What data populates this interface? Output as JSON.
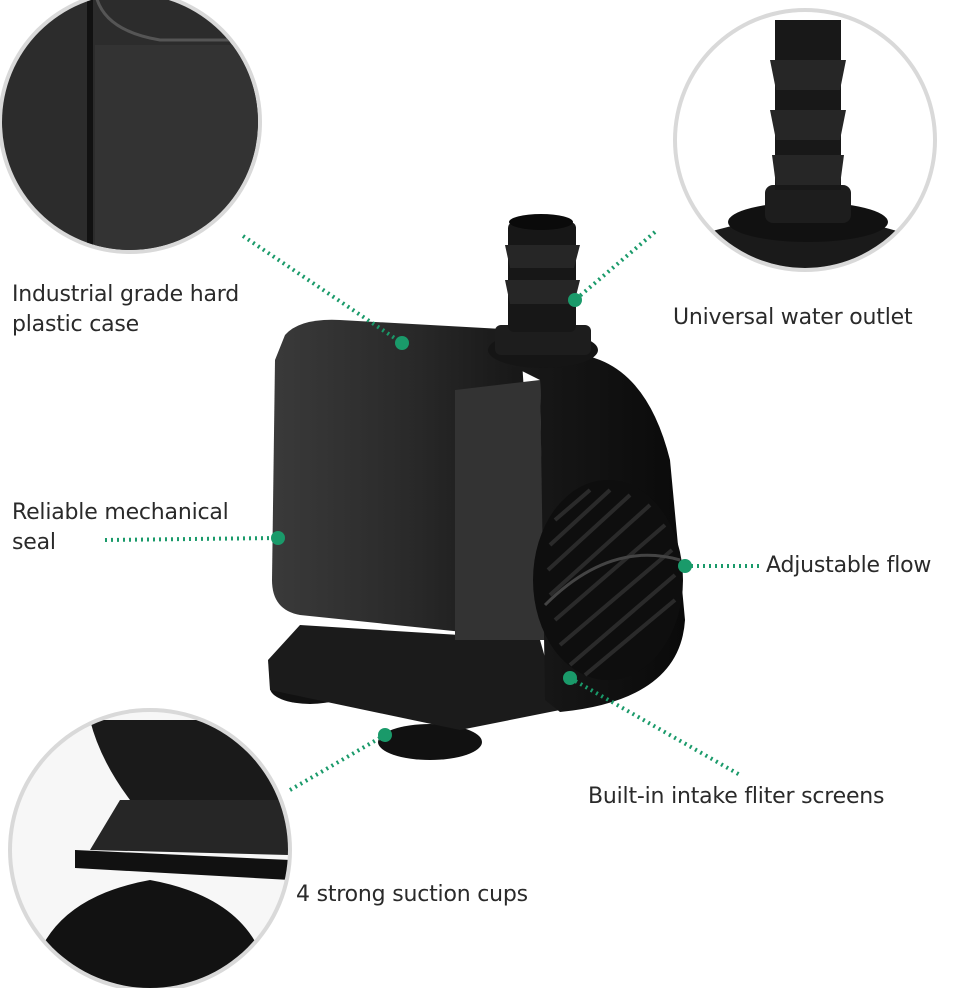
{
  "labels": {
    "case_line1": "Industrial grade hard",
    "case_line2": "plastic case",
    "outlet": "Universal water outlet",
    "seal_line1": "Reliable mechanical",
    "seal_line2": "seal",
    "flow": "Adjustable flow",
    "intake": "Built-in intake fliter screens",
    "suction": "4 strong suction cups"
  },
  "colors": {
    "accent": "#1a9a6a",
    "pump": "#1c1c1c",
    "ring": "#d9d9d9"
  }
}
